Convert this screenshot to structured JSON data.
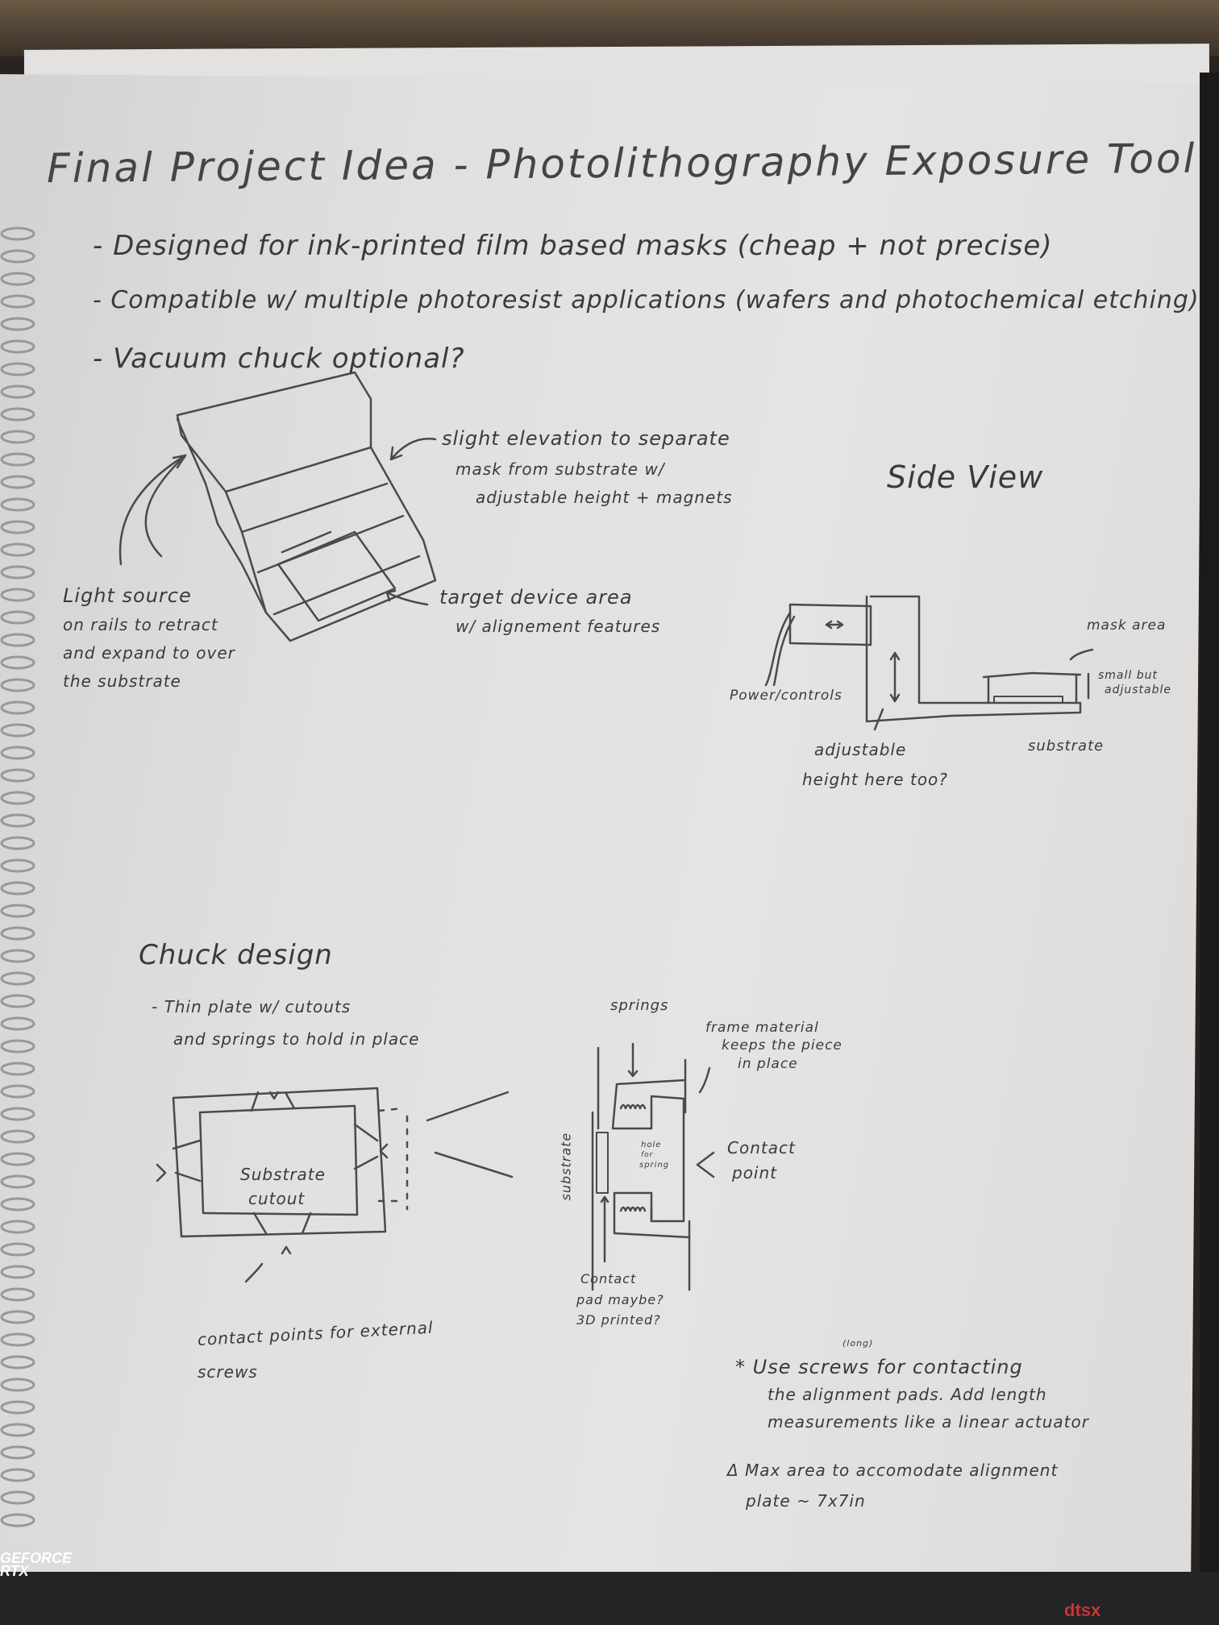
{
  "title": "Final Project Idea - Photolithography Exposure Tool",
  "bullets": [
    "- Designed for ink-printed film based masks (cheap + not precise)",
    "- Compatible w/ multiple photoresist applications (wafers and photochemical etching)",
    "- Vacuum chuck optional?"
  ],
  "iso_sketch": {
    "elevation_note": [
      "slight elevation to separate",
      "mask from substrate w/",
      "adjustable height + magnets"
    ],
    "light_source_note": [
      "Light source",
      "on rails to retract",
      "and expand to over",
      "the substrate"
    ],
    "target_note": [
      "target device area",
      "w/ alignement features"
    ]
  },
  "side_view": {
    "heading": "Side View",
    "power": "Power/controls",
    "mask_area": "mask area",
    "small_adjustable": [
      "small but",
      "adjustable"
    ],
    "substrate": "substrate",
    "adjustable_height": [
      "adjustable",
      "height here too?"
    ]
  },
  "chuck": {
    "heading": "Chuck design",
    "note": [
      "- Thin plate w/ cutouts",
      "and springs to hold in place"
    ],
    "cutout_label": [
      "Substrate",
      "cutout"
    ],
    "contact_note": [
      "contact points for external",
      "screws"
    ]
  },
  "cross_section": {
    "springs": "springs",
    "frame_note": [
      "frame material",
      "keeps the piece",
      "in place"
    ],
    "substrate": "substrate",
    "hole": [
      "hole",
      "for",
      "spring"
    ],
    "contact_point": [
      "Contact",
      "point"
    ],
    "pad_note": [
      "Contact",
      "pad maybe?",
      "3D printed?"
    ]
  },
  "notes": {
    "star_superscript": "(long)",
    "star_lines": [
      "* Use screws for contacting",
      "the alignment pads. Add length",
      "measurements like a linear actuator"
    ],
    "delta_lines": [
      "Δ Max area to accomodate alignment",
      "plate ~ 7x7in"
    ]
  },
  "background": {
    "laptop_logo": [
      "GEFORCE",
      "RTX"
    ],
    "sticker": "dtsx"
  }
}
